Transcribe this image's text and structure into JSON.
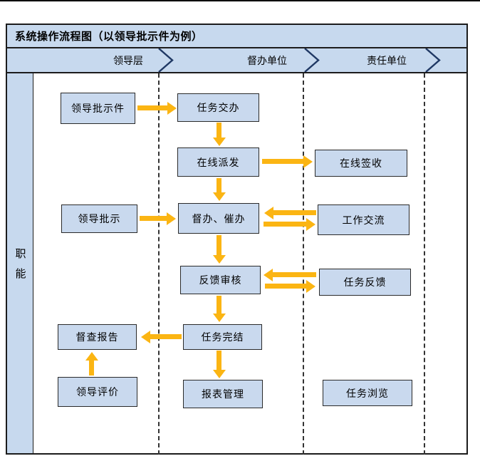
{
  "title": "系统操作流程图（以领导批示件为例）",
  "sidebar": {
    "label": "职能"
  },
  "lanes": [
    {
      "label": "领导层"
    },
    {
      "label": "督办单位"
    },
    {
      "label": "责任单位"
    }
  ],
  "boxes": {
    "leader_instruction_doc": "领导批示件",
    "task_assign": "任务交办",
    "online_dispatch": "在线派发",
    "online_sign": "在线签收",
    "leader_instruction": "领导批示",
    "supervise_urge": "督办、催办",
    "work_exchange": "工作交流",
    "feedback_review": "反馈审核",
    "task_feedback": "任务反馈",
    "inspection_report": "督查报告",
    "task_complete": "任务完结",
    "leader_evaluation": "领导评价",
    "report_management": "报表管理",
    "task_browse": "任务浏览"
  },
  "flows": [
    {
      "from": "领导批示件",
      "to": "任务交办",
      "dir": "right"
    },
    {
      "from": "任务交办",
      "to": "在线派发",
      "dir": "down"
    },
    {
      "from": "在线派发",
      "to": "在线签收",
      "dir": "right"
    },
    {
      "from": "在线派发",
      "to": "督办、催办",
      "dir": "down"
    },
    {
      "from": "领导批示",
      "to": "督办、催办",
      "dir": "right"
    },
    {
      "from": "工作交流",
      "to": "督办、催办",
      "dir": "left"
    },
    {
      "from": "督办、催办",
      "to": "工作交流",
      "dir": "right"
    },
    {
      "from": "督办、催办",
      "to": "反馈审核",
      "dir": "down"
    },
    {
      "from": "任务反馈",
      "to": "反馈审核",
      "dir": "left"
    },
    {
      "from": "反馈审核",
      "to": "任务反馈",
      "dir": "right"
    },
    {
      "from": "反馈审核",
      "to": "任务完结",
      "dir": "down"
    },
    {
      "from": "任务完结",
      "to": "督查报告",
      "dir": "left"
    },
    {
      "from": "任务完结",
      "to": "报表管理",
      "dir": "down"
    },
    {
      "from": "领导评价",
      "to": "督查报告",
      "dir": "up"
    }
  ],
  "colors": {
    "panel-blue": "#c7d9ee",
    "box-blue": "#c9d9ee",
    "arrow-gold": "#fbb513",
    "line-dark": "#1c1c1c",
    "chevron-navy": "#1f3864"
  }
}
